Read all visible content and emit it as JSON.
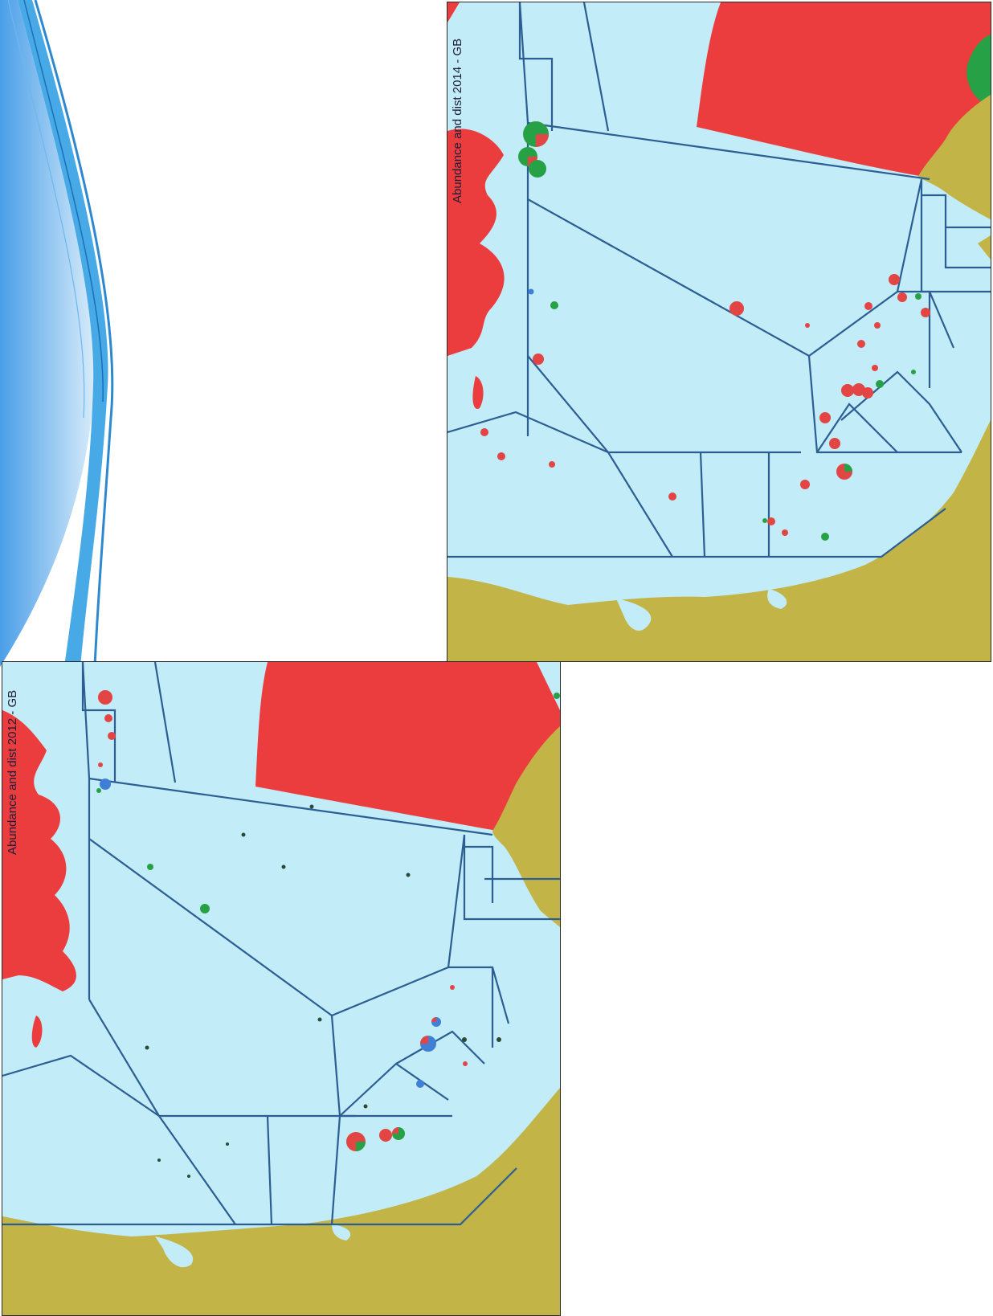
{
  "maps": [
    {
      "id": "map-2014",
      "label": "Abundance and dist 2014 - GB"
    },
    {
      "id": "map-2012",
      "label": "Abundance and dist 2012 - GB"
    }
  ],
  "colors": {
    "sea": "#c2ecf7",
    "land": "#c2b446",
    "boundary": "#2c5d93",
    "closed-area": "#eb3d3d",
    "species-a": "#e34444",
    "species-b": "#27a145",
    "species-c": "#3f7fd6"
  }
}
